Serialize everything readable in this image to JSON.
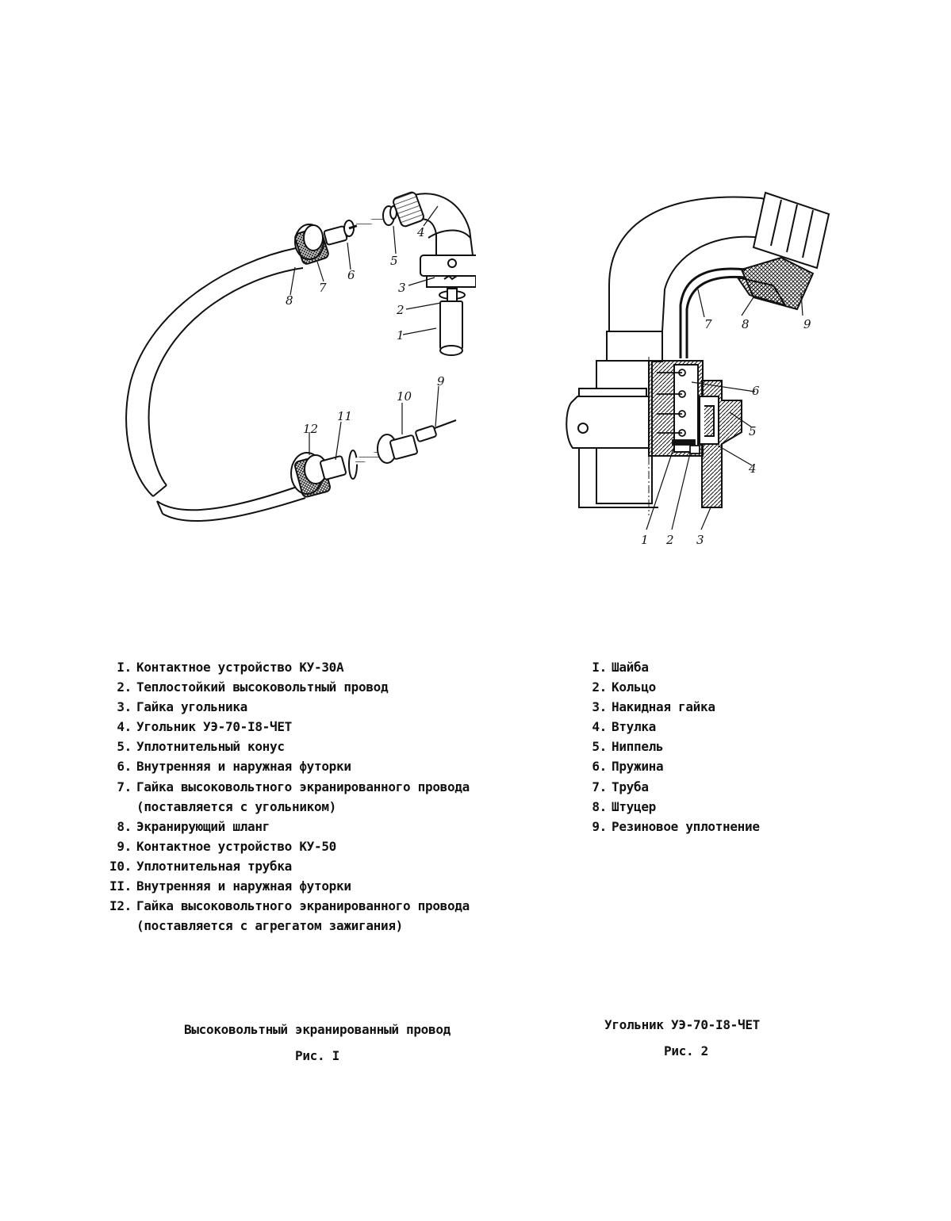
{
  "figure1": {
    "callouts": [
      "1",
      "2",
      "3",
      "4",
      "5",
      "6",
      "7",
      "8",
      "9",
      "10",
      "11",
      "12"
    ],
    "legend": [
      {
        "num": "I.",
        "text": "Контактное устройство КУ-30А"
      },
      {
        "num": "2.",
        "text": "Теплостойкий высоковольтный провод"
      },
      {
        "num": "3.",
        "text": "Гайка угольника"
      },
      {
        "num": "4.",
        "text": "Угольник УЭ-70-I8-ЧЕТ"
      },
      {
        "num": "5.",
        "text": "Уплотнительный конус"
      },
      {
        "num": "6.",
        "text": "Внутренняя и наружная футорки"
      },
      {
        "num": "7.",
        "text": "Гайка высоковольтного экранированного провода"
      },
      {
        "num": "",
        "text": "(поставляется с угольником)"
      },
      {
        "num": "8.",
        "text": "Экранирующий шланг"
      },
      {
        "num": "9.",
        "text": "Контактное устройство КУ-50"
      },
      {
        "num": "I0.",
        "text": "Уплотнительная трубка"
      },
      {
        "num": "II.",
        "text": "Внутренняя и наружная футорки"
      },
      {
        "num": "I2.",
        "text": "Гайка высоковольтного экранированного провода"
      },
      {
        "num": "",
        "text": "(поставляется с агрегатом зажигания)"
      }
    ],
    "title": "Высоковольтный экранированный провод",
    "label": "Рис. I"
  },
  "figure2": {
    "callouts": [
      "1",
      "2",
      "3",
      "4",
      "5",
      "6",
      "7",
      "8",
      "9"
    ],
    "legend": [
      {
        "num": "I.",
        "text": "Шайба"
      },
      {
        "num": "2.",
        "text": "Кольцо"
      },
      {
        "num": "3.",
        "text": "Накидная гайка"
      },
      {
        "num": "4.",
        "text": "Втулка"
      },
      {
        "num": "5.",
        "text": "Ниппель"
      },
      {
        "num": "6.",
        "text": "Пружина"
      },
      {
        "num": "7.",
        "text": "Труба"
      },
      {
        "num": "8.",
        "text": "Штуцер"
      },
      {
        "num": "9.",
        "text": "Резиновое уплотнение"
      }
    ],
    "title": "Угольник УЭ-70-I8-ЧЕТ",
    "label": "Рис. 2"
  }
}
